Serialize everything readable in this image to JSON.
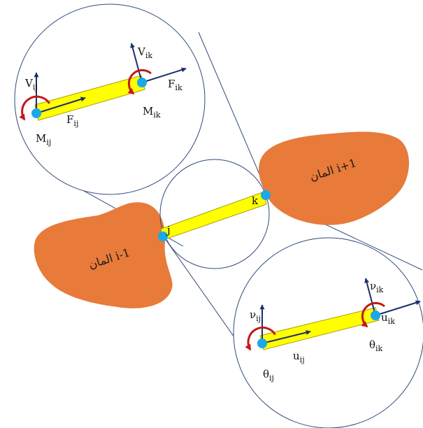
{
  "colors": {
    "element_fill": "#E87A3A",
    "beam_fill": "#FFFF00",
    "beam_stroke": "#A8A000",
    "node_fill": "#1BA8E8",
    "arrow": "#1A2F6B",
    "moment": "#C41818",
    "outline": "#2E4A7A"
  },
  "elements": {
    "left": {
      "label": "المان i-1"
    },
    "right": {
      "label": "المان i+1"
    }
  },
  "nodes": {
    "j": "j",
    "k": "k"
  },
  "force_view": {
    "left_node": {
      "vertical": {
        "main": "V",
        "sub": "ij"
      },
      "axial": {
        "main": "F",
        "sub": "ij"
      },
      "moment": {
        "main": "M",
        "sub": "ij"
      }
    },
    "right_node": {
      "vertical": {
        "main": "V",
        "sub": "ik"
      },
      "axial": {
        "main": "F",
        "sub": "ik"
      },
      "moment": {
        "main": "M",
        "sub": "ik"
      }
    }
  },
  "displacement_view": {
    "left_node": {
      "vertical": {
        "main": "ν",
        "sub": "ij"
      },
      "axial": {
        "main": "u",
        "sub": "ij"
      },
      "rotation": {
        "main": "θ",
        "sub": "ij"
      }
    },
    "right_node": {
      "vertical": {
        "main": "ν",
        "sub": "ik"
      },
      "axial": {
        "main": "u",
        "sub": "ik"
      },
      "rotation": {
        "main": "θ",
        "sub": "ik"
      }
    }
  }
}
